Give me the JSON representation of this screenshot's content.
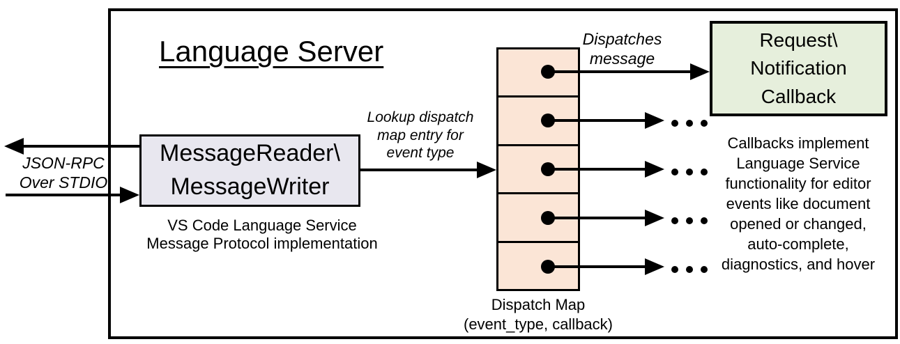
{
  "title": "Language Server",
  "colors": {
    "stroke": "#000000",
    "reader_fill": "#e8e7ef",
    "map_fill": "#fbe5d6",
    "callback_fill": "#e6efdc"
  },
  "io": {
    "label": "JSON-RPC\nOver STDIO"
  },
  "reader": {
    "label": "MessageReader\\\nMessageWriter",
    "caption": "VS Code Language Service\nMessage Protocol implementation"
  },
  "lookup": {
    "label": "Lookup dispatch\nmap entry for\nevent type"
  },
  "dispatch_map": {
    "cell_count": 5,
    "caption": "Dispatch Map\n(event_type, callback)"
  },
  "dispatches": {
    "label": "Dispatches\nmessage"
  },
  "callback": {
    "label": "Request\\\nNotification\nCallback",
    "caption": "Callbacks implement\nLanguage Service\nfunctionality for editor\nevents like document\nopened or changed,\nauto-complete,\ndiagnostics, and hover"
  }
}
